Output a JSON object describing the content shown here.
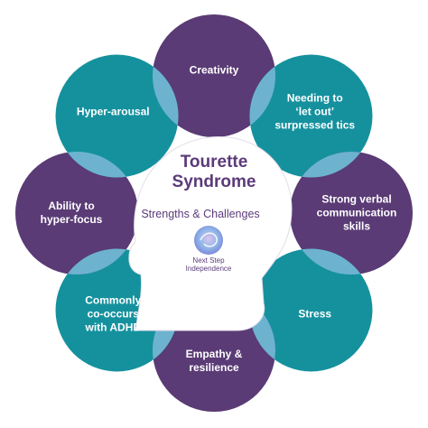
{
  "title_lines": [
    "Tourette",
    "Syndrome"
  ],
  "subtitle": "Strengths & Challenges",
  "brand": {
    "lines": [
      "Next Step",
      "Independence"
    ],
    "logo_icon": "swirl-globe-icon"
  },
  "colors": {
    "purple": "#5a3b75",
    "teal": "#15919e",
    "overlap": "#6db3cf",
    "head_fill": "#ffffff",
    "title_text": "#5b3a7a"
  },
  "petals": [
    {
      "id": "creativity",
      "color": "purple",
      "lines": [
        "Creativity"
      ]
    },
    {
      "id": "let-out-tics",
      "color": "teal",
      "lines": [
        "Needing to",
        "‘let out’",
        "surpressed tics"
      ]
    },
    {
      "id": "verbal-skills",
      "color": "purple",
      "lines": [
        "Strong verbal",
        "communication",
        "skills"
      ]
    },
    {
      "id": "stress",
      "color": "teal",
      "lines": [
        "Stress"
      ]
    },
    {
      "id": "empathy",
      "color": "purple",
      "lines": [
        "Empathy &",
        "resilience"
      ]
    },
    {
      "id": "adhd",
      "color": "teal",
      "lines": [
        "Commonly",
        "co-occurs",
        "with ADHD"
      ]
    },
    {
      "id": "hyper-focus",
      "color": "purple",
      "lines": [
        "Ability to",
        "hyper-focus"
      ]
    },
    {
      "id": "hyper-arousal",
      "color": "teal",
      "lines": [
        "Hyper-arousal"
      ]
    }
  ]
}
